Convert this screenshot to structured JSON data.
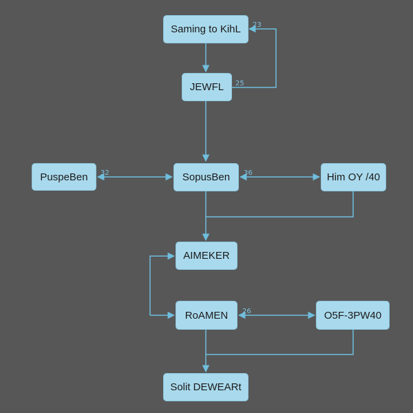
{
  "nodes": {
    "n1": "Saming to KihL",
    "n2": "JEWFL",
    "n3": "PuspeBen",
    "n4": "SopusBen",
    "n5": "Him OY /40",
    "n6": "AIMEKER",
    "n7": "RoAMEN",
    "n8": "O5F-3PW40",
    "n9": "Solit DEWEARt"
  },
  "edge_labels": {
    "e23": "23",
    "e25": "25",
    "e32": "32",
    "e36": "36",
    "e26": "26"
  },
  "colors": {
    "background": "#575757",
    "node_fill": "#a9d9ec",
    "edge": "#6fbedd"
  }
}
